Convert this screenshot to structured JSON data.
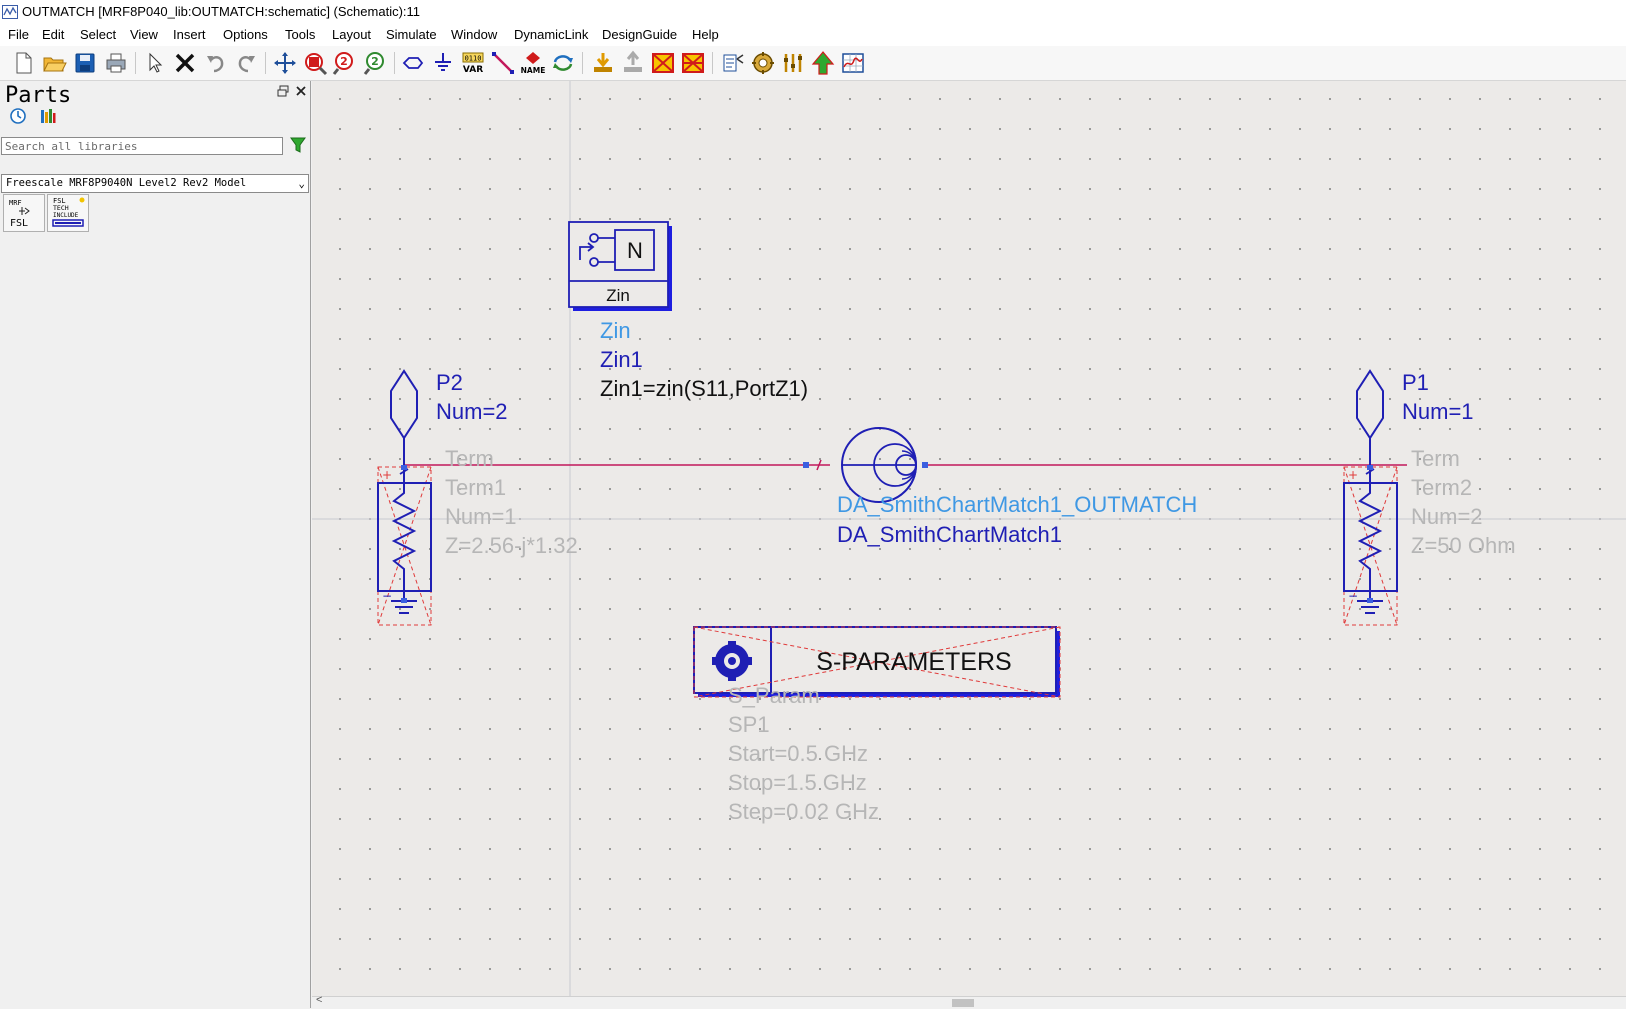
{
  "window": {
    "title": "OUTMATCH [MRF8P040_lib:OUTMATCH:schematic] (Schematic):11"
  },
  "menu": [
    "File",
    "Edit",
    "Select",
    "View",
    "Insert",
    "Options",
    "Tools",
    "Layout",
    "Simulate",
    "Window",
    "DynamicLink",
    "DesignGuide",
    "Help"
  ],
  "toolbar": {
    "var_label": "VAR",
    "var_digits": "0110",
    "name_label": "NAME"
  },
  "parts_panel": {
    "title": "Parts",
    "search_placeholder": "Search all libraries",
    "library": "Freescale MRF8P9040N Level2 Rev2 Model",
    "palette": [
      {
        "name": "mrf-fsl-model",
        "line1": "MRF",
        "line2": "FSL"
      },
      {
        "name": "fsl-tech-include",
        "line1": "FSL",
        "line2": "TECH",
        "line3": "INCLUDE"
      }
    ]
  },
  "schematic": {
    "zin": {
      "symbol_text": "N",
      "box_label": "Zin",
      "type": "Zin",
      "instance": "Zin1",
      "equation": "Zin1=zin(S11,PortZ1)"
    },
    "port_p2": {
      "name": "P2",
      "num": "Num=2"
    },
    "port_p1": {
      "name": "P1",
      "num": "Num=1"
    },
    "term1": {
      "type": "Term",
      "instance": "Term1",
      "num": "Num=1",
      "z": "Z=2.56-j*1.32"
    },
    "term2": {
      "type": "Term",
      "instance": "Term2",
      "num": "Num=2",
      "z": "Z=50 Ohm"
    },
    "smith": {
      "type": "DA_SmithChartMatch1_OUTMATCH",
      "instance": "DA_SmithChartMatch1"
    },
    "sparam": {
      "box_label": "S-PARAMETERS",
      "type": "S_Param",
      "instance": "SP1",
      "start": "Start=0.5 GHz",
      "stop": "Stop=1.5 GHz",
      "step": "Step=0.02 GHz"
    }
  },
  "colors": {
    "wire": "#c2185b",
    "component": "#1f1fb4",
    "component_shadow": "#1e1ee0",
    "deactivated": "#e03a3a",
    "label_light": "#3f98e4",
    "label_gray": "#b6b6b6",
    "canvas_bg": "#eceae8"
  }
}
